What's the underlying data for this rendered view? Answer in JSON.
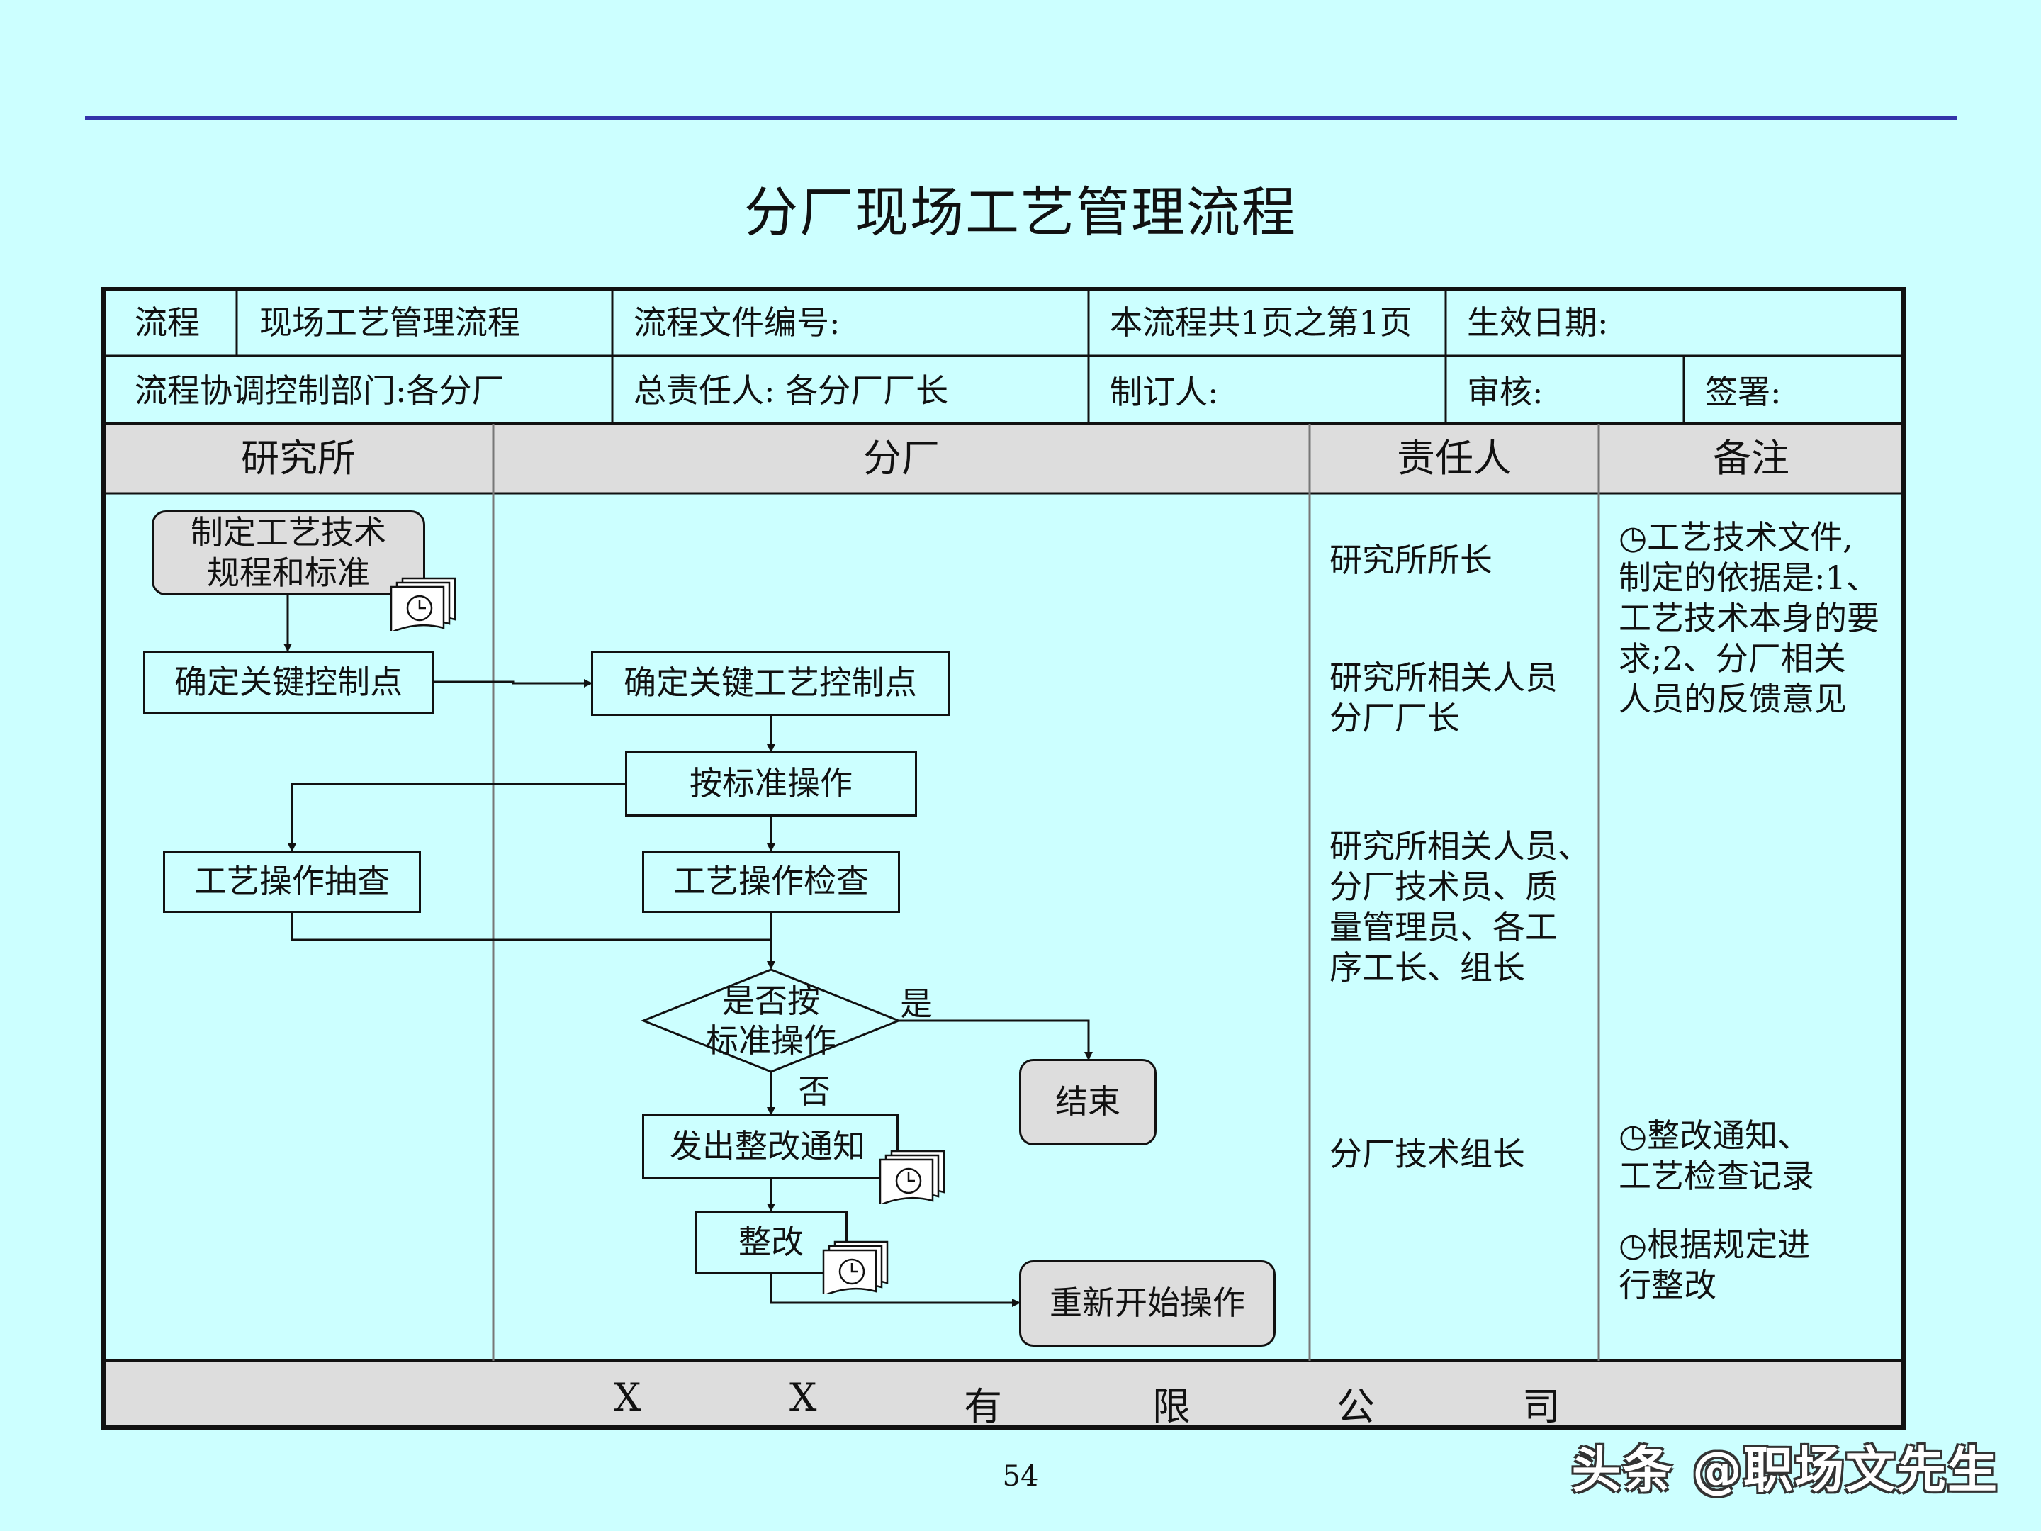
{
  "title": "分厂现场工艺管理流程",
  "header": {
    "r1": {
      "label_liucheng": "流程",
      "name": "现场工艺管理流程",
      "file_no": "流程文件编号:",
      "pages": "本流程共1页之第1页",
      "effective_date": "生效日期:"
    },
    "r2": {
      "dept": "流程协调控制部门:各分厂",
      "owner": "总责任人: 各分厂厂长",
      "author": "制订人:",
      "reviewer": "审核:",
      "signer": "签署:"
    }
  },
  "columns": [
    "研究所",
    "分厂",
    "责任人",
    "备注"
  ],
  "boxes": {
    "b1": "制定工艺技术\n规程和标准",
    "b2": "确定关键控制点",
    "b3": "确定关键工艺控制点",
    "b4": "按标准操作",
    "b5": "工艺操作抽查",
    "b6": "工艺操作检查",
    "b7": "是否按\n标准操作",
    "b8": "结束",
    "b9": "发出整改通知",
    "b10": "整改",
    "b11": "重新开始操作"
  },
  "labels": {
    "yes": "是",
    "no": "否"
  },
  "responsible": {
    "r1": "研究所所长",
    "r2": "研究所相关人员\n分厂厂长",
    "r3": "研究所相关人员、\n分厂技术员、质\n量管理员、各工\n序工长、组长",
    "r4": "分厂技术组长"
  },
  "notes": {
    "n1": "◷工艺技术文件,\n制定的依据是:1、\n工艺技术本身的要\n求;2、分厂相关\n人员的反馈意见",
    "n2": "◷整改通知、\n工艺检查记录",
    "n3": "◷根据规定进\n行整改"
  },
  "footer": [
    "X",
    "X",
    "有",
    "限",
    "公",
    "司"
  ],
  "page_number": "54",
  "watermark": "头条 @职场文先生",
  "colors": {
    "background": "#ccffff",
    "topline": "#3333aa",
    "header_fill": "#dddddd"
  }
}
